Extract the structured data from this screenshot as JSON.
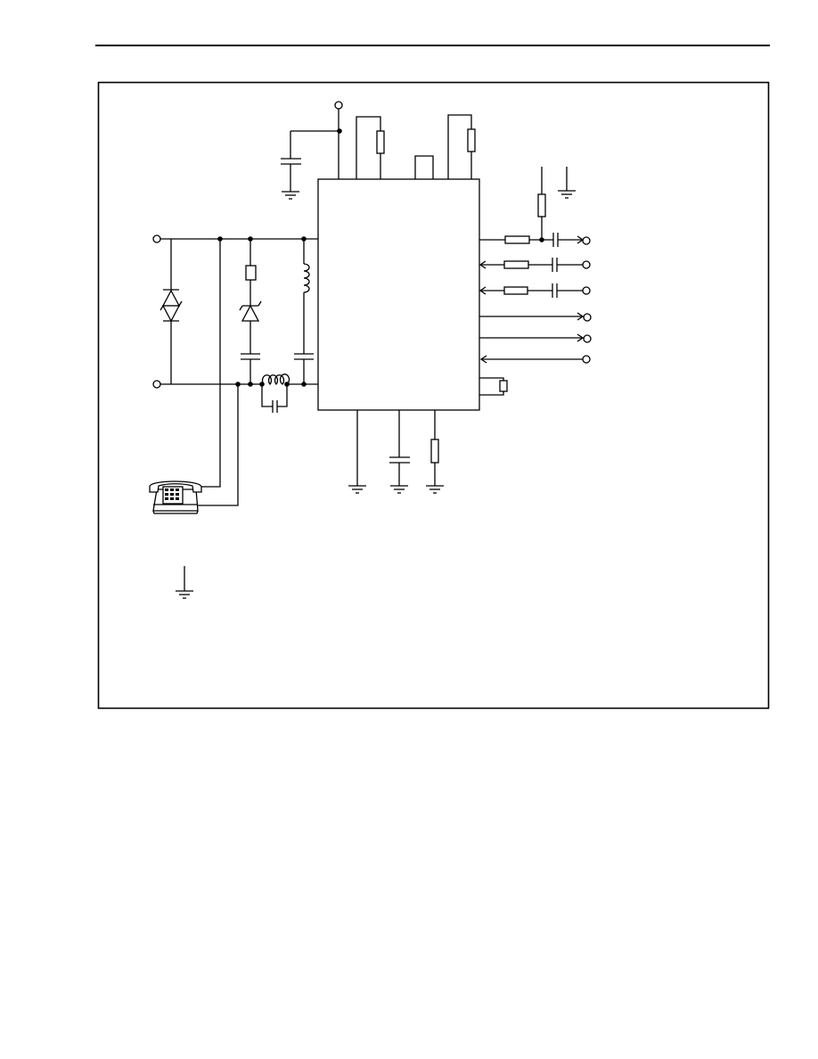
{
  "page": {
    "background": "#ffffff",
    "ink_color": "#000000"
  },
  "figure": {
    "type": "circuit-schematic",
    "labels": [],
    "components": {
      "ic": "integrated-circuit-block",
      "tvs": "bidirectional-zener-diode",
      "telephone": "telephone-handset-icon",
      "ground": "ground-symbol"
    }
  }
}
